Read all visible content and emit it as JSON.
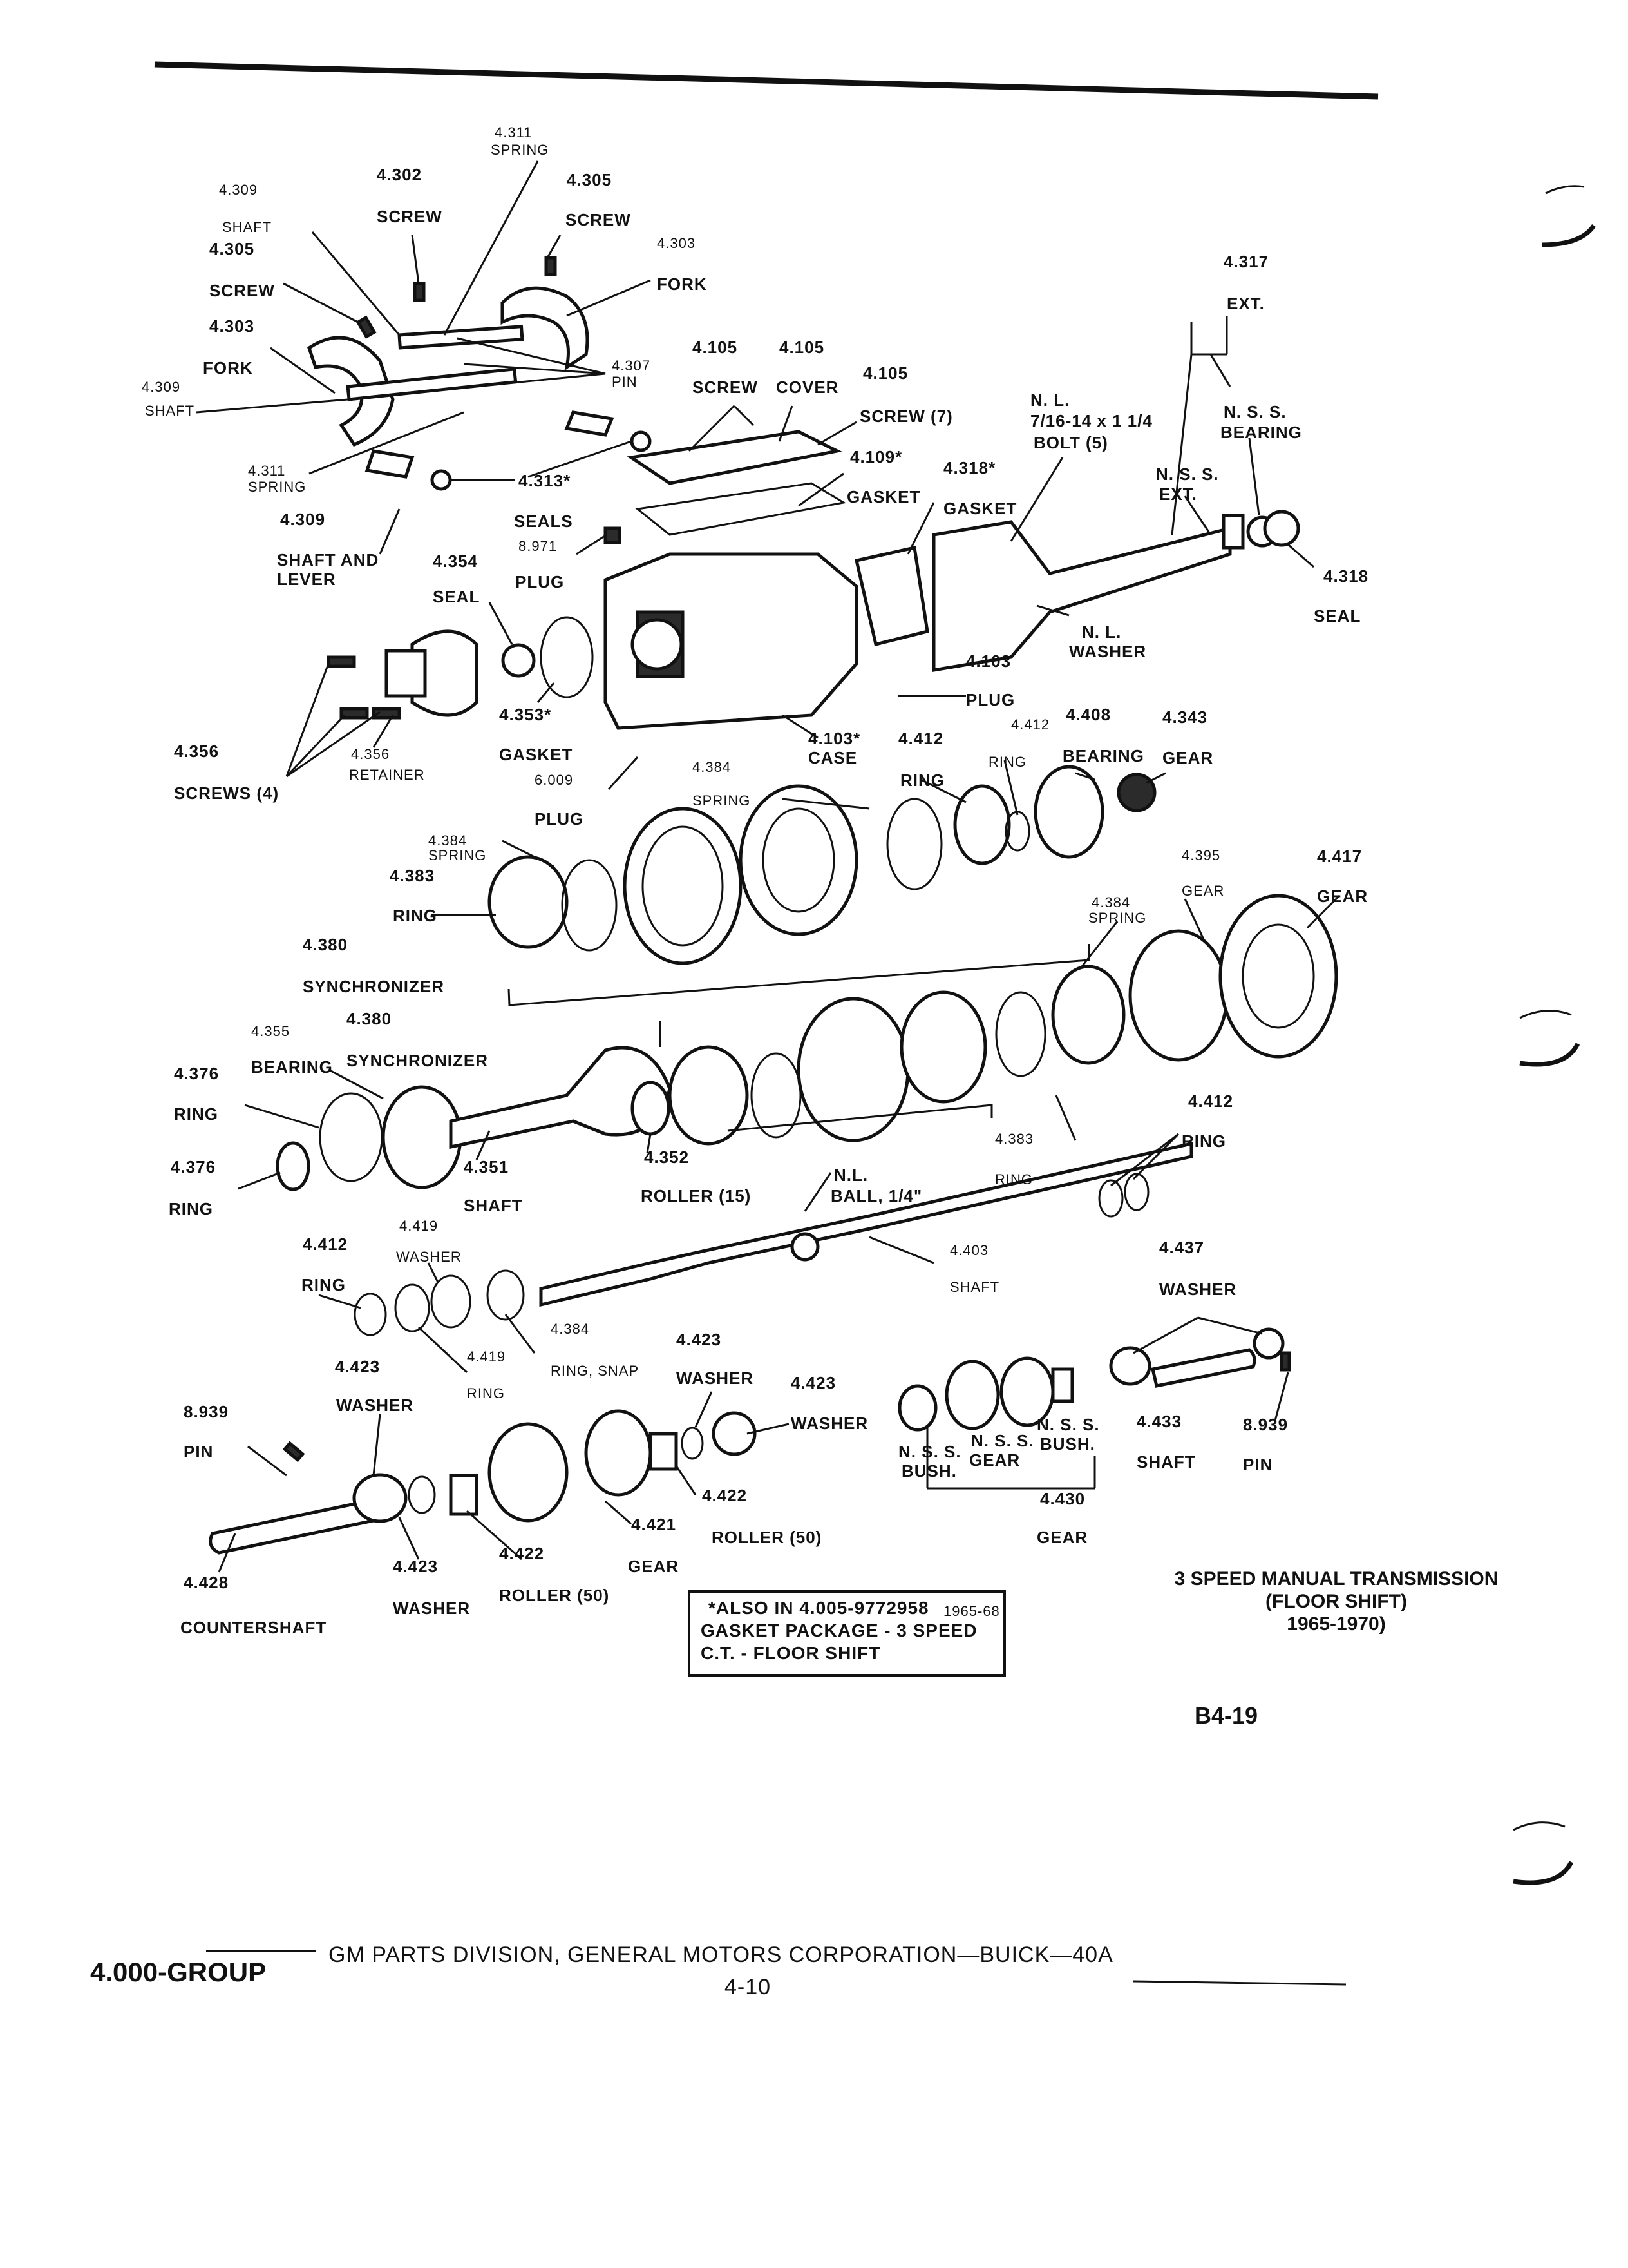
{
  "labels": {
    "l4311_top": "4.311",
    "l4311_top_b": "SPRING",
    "l4302": "4.302",
    "l4302_b": "SCREW",
    "l4305_top": "4.305",
    "l4305_top_b": "SCREW",
    "l4303_r": "4.303",
    "l4303_r_b": "FORK",
    "l4309_top": "4.309",
    "l4309_top_b": "SHAFT",
    "l4305_l": "4.305",
    "l4305_l_b": "SCREW",
    "l4303_l": "4.303",
    "l4303_l_b": "FORK",
    "l4309_mid": "4.309",
    "l4309_mid_b": "SHAFT",
    "l4307": "4.307",
    "l4307_b": "PIN",
    "l4311_l": "4.311",
    "l4311_l_b": "SPRING",
    "l4313": "4.313*",
    "l4313_b": "SEALS",
    "l4309_b": "4.309",
    "l4309_b2": "SHAFT AND",
    "l4309_b3": "LEVER",
    "l8971": "8.971",
    "l8971_b": "PLUG",
    "l4354": "4.354",
    "l4354_b": "SEAL",
    "l4105_a": "4.105",
    "l4105_a_b": "SCREW",
    "l4105_b": "4.105",
    "l4105_b_b": "COVER",
    "l4105_c": "4.105",
    "l4105_c_b": "SCREW (7)",
    "l4109": "4.109*",
    "l4109_b": "GASKET",
    "l4318_top": "4.318*",
    "l4318_top_b": "GASKET",
    "lNL_bolt": "N. L.",
    "lNL_bolt_b": "7/16-14 x 1 1/4",
    "lNL_bolt_c": "BOLT (5)",
    "l4317": "4.317",
    "l4317_b": "EXT.",
    "lNSS_ext": "N. S. S.",
    "lNSS_ext_b": "EXT.",
    "lNSS_brg": "N. S. S.",
    "lNSS_brg_b": "BEARING",
    "l4318_r": "4.318",
    "l4318_r_b": "SEAL",
    "lNL_washer": "N. L.",
    "lNL_washer_b": "WASHER",
    "l4103_plug": "4.103",
    "l4103_plug_b": "PLUG",
    "l4356": "4.356",
    "l4356_b": "SCREWS (4)",
    "l4356_ret": "4.356",
    "l4356_ret_b": "RETAINER",
    "l4353": "4.353*",
    "l4353_b": "GASKET",
    "l6009": "6.009",
    "l6009_b": "PLUG",
    "l4103_case": "4.103*",
    "l4103_case_b": "CASE",
    "l4412_a": "4.412",
    "l4412_a_b": "RING",
    "l4412_b": "4.412",
    "l4412_b_b": "RING",
    "l4408": "4.408",
    "l4408_b": "BEARING",
    "l4343": "4.343",
    "l4343_b": "GEAR",
    "l4384_top": "4.384",
    "l4384_top_b": "SPRING",
    "l4384_l": "4.384",
    "l4384_l_b": "SPRING",
    "l4383_l": "4.383",
    "l4383_l_b": "RING",
    "l4380_a": "4.380",
    "l4380_a_b": "SYNCHRONIZER",
    "l4380_b": "4.380",
    "l4380_b_b": "SYNCHRONIZER",
    "l4395": "4.395",
    "l4395_b": "GEAR",
    "l4417": "4.417",
    "l4417_b": "GEAR",
    "l4384_r": "4.384",
    "l4384_r_b": "SPRING",
    "l4355": "4.355",
    "l4355_b": "BEARING",
    "l4376_a": "4.376",
    "l4376_a_b": "RING",
    "l4376_b": "4.376",
    "l4376_b_b": "RING",
    "l4351": "4.351",
    "l4351_b": "SHAFT",
    "l4352": "4.352",
    "l4352_b": "ROLLER (15)",
    "lNL_ball": "N.L.",
    "lNL_ball_b": "BALL, 1/4\"",
    "l4383_r": "4.383",
    "l4383_r_b": "RING",
    "l4412_c": "4.412",
    "l4412_c_b": "RING",
    "l4412_d": "4.412",
    "l4412_d_b": "RING",
    "l4419_top": "4.419",
    "l4419_top_b": "WASHER",
    "l4403": "4.403",
    "l4403_b": "SHAFT",
    "l4437": "4.437",
    "l4437_b": "WASHER",
    "l4384_snap": "4.384",
    "l4384_snap_b": "RING, SNAP",
    "l4419_b": "4.419",
    "l4419_b_b": "RING",
    "l4423_a": "4.423",
    "l4423_b": "4.423",
    "l4423_b_b": "WASHER",
    "l4423_c": "4.423",
    "l4423_c_b": "WASHER",
    "l4423_d": "4.423",
    "l4423_e": "4.423",
    "l4423_e_b": "WASHER",
    "l4433": "4.433",
    "l4433_b": "SHAFT",
    "l8939_r": "8.939",
    "l8939_r_b": "PIN",
    "lNSS_bush_l": "N. S. S.",
    "lNSS_bush_l_b": "BUSH.",
    "lNSS_gear": "N. S. S.",
    "lNSS_gear_b": "GEAR",
    "lNSS_bush_r": "N. S. S.",
    "lNSS_bush_r_b": "BUSH.",
    "l4430": "4.430",
    "l4430_b": "GEAR",
    "l8939_l": "8.939",
    "l8939_l_b": "PIN",
    "l4428": "4.428",
    "l4428_b": "COUNTERSHAFT",
    "l4422_a": "4.422",
    "l4422_a_b": "ROLLER (50)",
    "l4421": "4.421",
    "l4421_b": "GEAR",
    "l4422_b": "4.422",
    "l4422_b_b": "ROLLER (50)"
  },
  "title": {
    "line1": "3 SPEED MANUAL TRANSMISSION",
    "line2": "(FLOOR SHIFT)",
    "line3": "1965-1970)"
  },
  "note": {
    "line1": "*ALSO IN 4.005-9772958",
    "line1_hand": "1965-68",
    "line2": "GASKET PACKAGE - 3 SPEED",
    "line3": "C.T. - FLOOR SHIFT"
  },
  "figure_ref": "B4-19",
  "footer": {
    "group": "4.000-GROUP",
    "publisher": "GM PARTS DIVISION, GENERAL MOTORS CORPORATION—BUICK—40A",
    "page": "4-10"
  }
}
